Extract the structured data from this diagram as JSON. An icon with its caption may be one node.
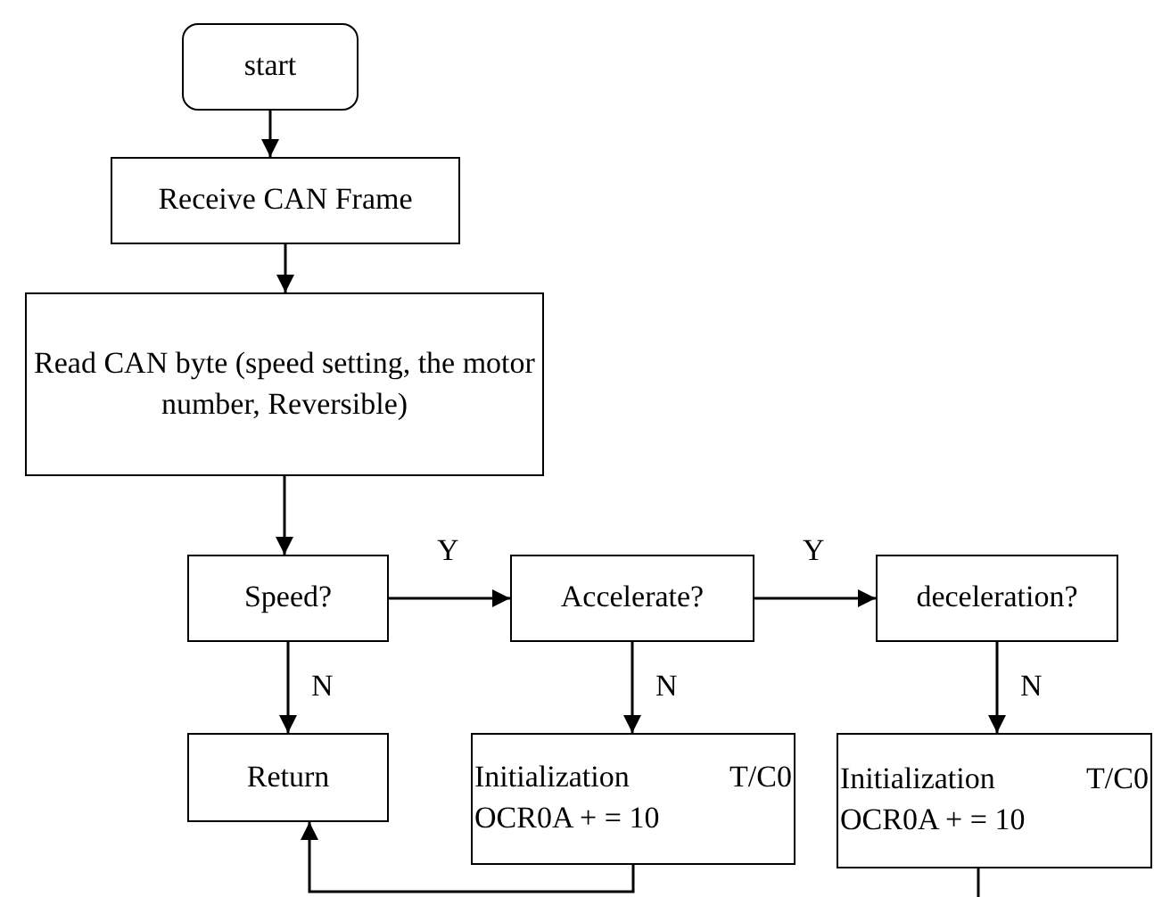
{
  "diagram": {
    "nodes": [
      {
        "text": [
          "start"
        ]
      },
      {
        "text": [
          "Receive CAN Frame"
        ]
      },
      {
        "text": [
          "Read CAN byte (speed setting, the motor number, Reversible)"
        ]
      },
      {
        "text": [
          "Speed?"
        ]
      },
      {
        "text": [
          "Accelerate?"
        ]
      },
      {
        "text": [
          "deceleration?"
        ]
      },
      {
        "text": [
          "Return"
        ]
      },
      {
        "text": [
          "Initialization T/C0 OCR0A + = 10"
        ]
      },
      {
        "text": [
          "Initialization T/C0 OCR0A + = 10"
        ]
      }
    ],
    "edges": [
      {
        "from": 0,
        "to": 1,
        "arrow": "to"
      },
      {
        "from": 1,
        "to": 2,
        "arrow": "to"
      },
      {
        "from": 2,
        "to": 3,
        "arrow": "to"
      },
      {
        "from": 3,
        "to": 4,
        "arrow": "to",
        "label": "Y"
      },
      {
        "from": 4,
        "to": 5,
        "arrow": "to",
        "label": "Y"
      },
      {
        "from": 3,
        "to": 6,
        "arrow": "to",
        "label": "N"
      },
      {
        "from": 4,
        "to": 7,
        "arrow": "to",
        "label": "N"
      },
      {
        "from": 5,
        "to": 8,
        "arrow": "to",
        "label": "N"
      },
      {
        "from": 7,
        "to": 6,
        "arrow": "to"
      },
      {
        "from": 8,
        "to": null,
        "arrow": "none"
      }
    ]
  }
}
